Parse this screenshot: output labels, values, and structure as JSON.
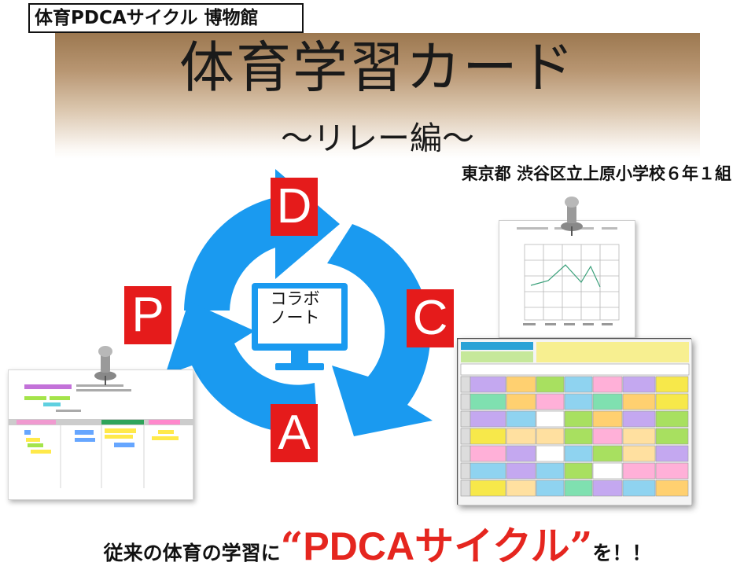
{
  "header": {
    "museum_label": "体育PDCAサイクル 博物館",
    "title": "体育学習カード",
    "subtitle": "〜リレー編〜",
    "school": "東京都 渋谷区立上原小学校６年１組"
  },
  "cycle": {
    "letters": {
      "d": "D",
      "p": "P",
      "c": "C",
      "a": "A"
    },
    "center_line1": "コラボ",
    "center_line2": "ノート",
    "arrow_color": "#1a9af0",
    "letter_box_color": "#e51b1b"
  },
  "slogan": {
    "before": "従来の体育の学習に",
    "open_quote": "“",
    "highlight": "PDCAサイクル",
    "close_quote": "”",
    "after": "を！！",
    "highlight_color": "#e5261f"
  }
}
